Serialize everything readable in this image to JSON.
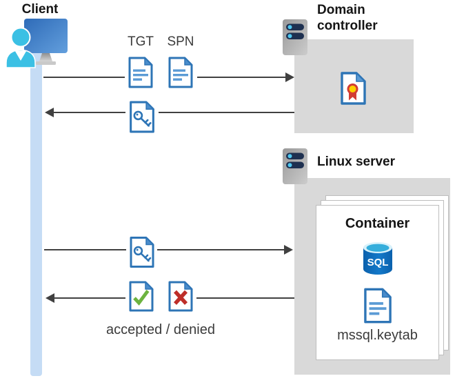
{
  "client": {
    "label": "Client"
  },
  "domain_controller": {
    "label_line1": "Domain",
    "label_line2": "controller"
  },
  "linux_server": {
    "label": "Linux server"
  },
  "container": {
    "title": "Container",
    "sql_label": "SQL",
    "keytab_label": "mssql.keytab"
  },
  "flows": {
    "tgt_label": "TGT",
    "spn_label": "SPN",
    "response_label": "accepted / denied"
  },
  "colors": {
    "document_blue": "#2E75B6",
    "document_line_blue": "#5B9BD5",
    "check_green": "#6CB33F",
    "cross_red": "#BE2E29",
    "ribbon_red": "#D23C34",
    "ribbon_yellow": "#FFD100",
    "sql_blue": "#0F6FBE",
    "box_gray": "#D9D9D9",
    "lifeline_blue": "#C5DCF5",
    "arrow_gray": "#404040"
  }
}
